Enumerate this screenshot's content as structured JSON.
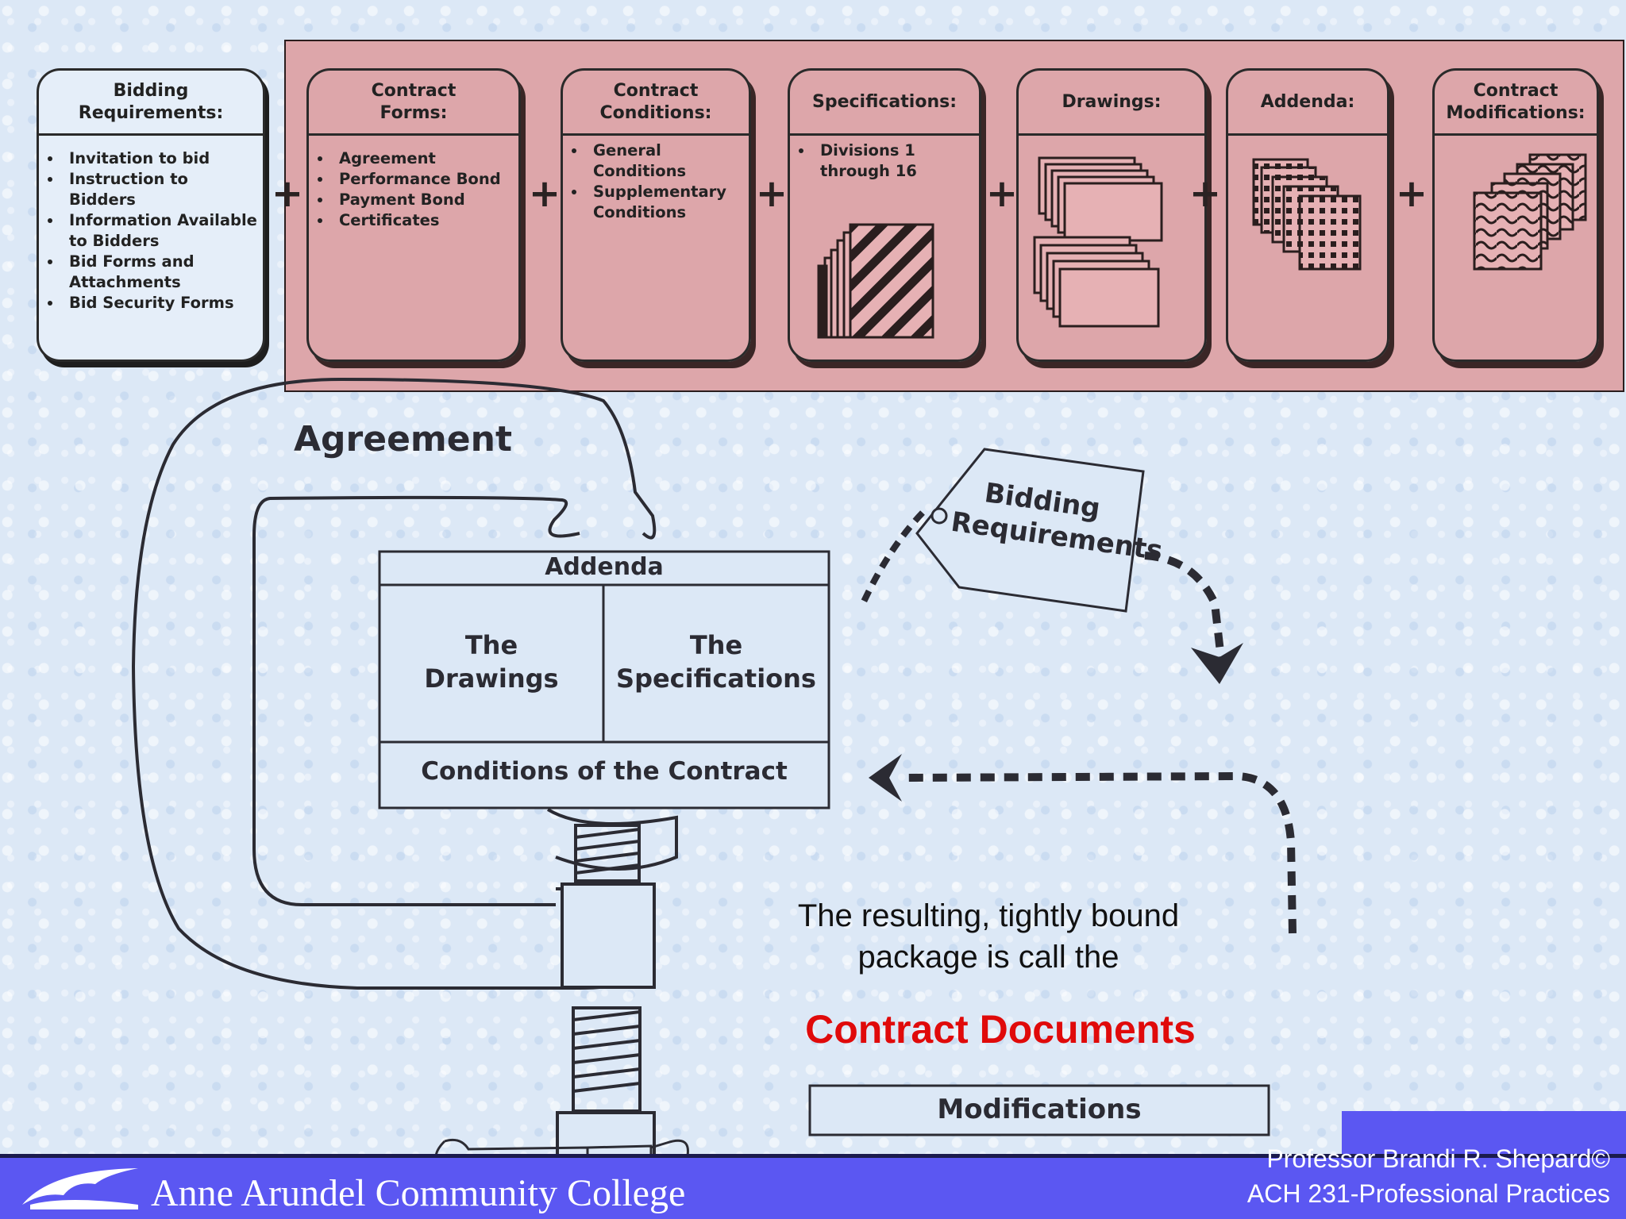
{
  "cards": [
    {
      "title": "Bidding\nRequirements:",
      "items": [
        "Invitation to bid",
        "Instruction to Bidders",
        "Information Available to Bidders",
        "Bid Forms and Attachments",
        "Bid Security Forms"
      ]
    },
    {
      "title": "Contract\nForms:",
      "items": [
        "Agreement",
        "Performance Bond",
        "Payment Bond",
        "Certificates"
      ]
    },
    {
      "title": "Contract\nConditions:",
      "items": [
        "General Conditions",
        "Supplementary Conditions"
      ]
    },
    {
      "title": "Specifications:",
      "items": [
        "Divisions 1 through 16"
      ],
      "icon": "hatched-sheets-icon"
    },
    {
      "title": "Drawings:",
      "items": [],
      "icon": "drawing-sheets-icon"
    },
    {
      "title": "Addenda:",
      "items": [],
      "icon": "dotted-sheets-icon"
    },
    {
      "title": "Contract\nModifications:",
      "items": [],
      "icon": "wavy-sheets-icon"
    }
  ],
  "plus_sign": "+",
  "clamp": {
    "label": "Agreement",
    "top_band": "Addenda",
    "left_cell": "The\nDrawings",
    "right_cell": "The\nSpecifications",
    "bottom_band": "Conditions of the Contract"
  },
  "tag": {
    "line1": "Bidding",
    "line2": "Requirements"
  },
  "caption": "The resulting, tightly bound package is call the",
  "contract_documents": "Contract Documents",
  "modifications": "Modifications",
  "footer": {
    "college": "Anne Arundel Community College",
    "professor": "Professor Brandi R. Shepard©",
    "course": "ACH 231-Professional Practices"
  },
  "colors": {
    "band": "#dda6aa",
    "footer": "#5b57f2",
    "accent_red": "#e00a0a"
  }
}
